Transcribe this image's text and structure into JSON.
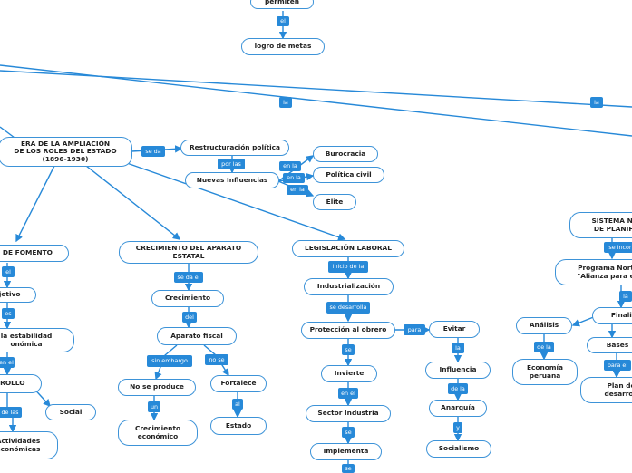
{
  "nodes": {
    "permiten": "permiten",
    "logro": "logro de metas",
    "era": "ERA DE LA AMPLIACIÓN\nDE LOS ROLES DEL ESTADO\n(1896-1930)",
    "restructuracion": "Restructuración política",
    "nuevas": "Nuevas Influencias",
    "burocracia": "Burocracia",
    "politica_civil": "Política civil",
    "elite": "Élite",
    "fomento": "O DE FOMENTO",
    "objetivo": "bjetivo",
    "estabilidad": "la estabilidad\nonómica",
    "desarrollo": "RROLLO",
    "social": "Social",
    "actividades": "Actividades\neconómicas",
    "crecimiento_aparato": "CRECIMIENTO DEL APARATO\nESTATAL",
    "crecimiento": "Crecimiento",
    "aparato_fiscal": "Aparato fiscal",
    "no_se_produce": "No se produce",
    "fortalece": "Fortalece",
    "crecimiento_economico": "Crecimiento\neconómico",
    "estado": "Estado",
    "legislacion": "LEGISLACIÓN LABORAL",
    "industrializacion": "Industrialización",
    "proteccion": "Protección al obrero",
    "evitar": "Evitar",
    "invierte": "Invierte",
    "influencia": "Influencia",
    "sector_industria": "Sector Industria",
    "anarquia": "Anarquía",
    "implementa": "Implementa",
    "socialismo": "Socialismo",
    "sistema": "SISTEMA NA\nDE PLANIFI",
    "programa": "Programa Nort\n\"Alianza para e",
    "analisis": "Análisis",
    "finalid": "Finalid",
    "economia": "Economía\nperuana",
    "bases": "Bases",
    "plan": "Plan de\ndesarroll"
  },
  "labels": {
    "el_top": "el",
    "la_left": "la",
    "la_right": "la",
    "se_da": "se da",
    "por_las": "por las",
    "en_la_1": "en la",
    "en_la_2": "en la",
    "en_la_3": "en la",
    "el_fomento": "el",
    "es": "es",
    "en_el": "en el",
    "de_las": "de las",
    "se_da_el": "se da el",
    "del": "del",
    "sin_embargo": "sin embargo",
    "no_se": "no se",
    "un": "un",
    "al": "al",
    "inicio_de_la": "inicio de la",
    "se_desarrolla": "se desarrolla",
    "para": "para",
    "se_1": "se",
    "la_evitar": "la",
    "en_el_invierte": "en el",
    "de_la": "de la",
    "se_2": "se",
    "y": "y",
    "se_3": "se",
    "se_incor": "se incorp",
    "la_programa": "la",
    "de_la_analisis": "de la",
    "para_el": "para el"
  }
}
